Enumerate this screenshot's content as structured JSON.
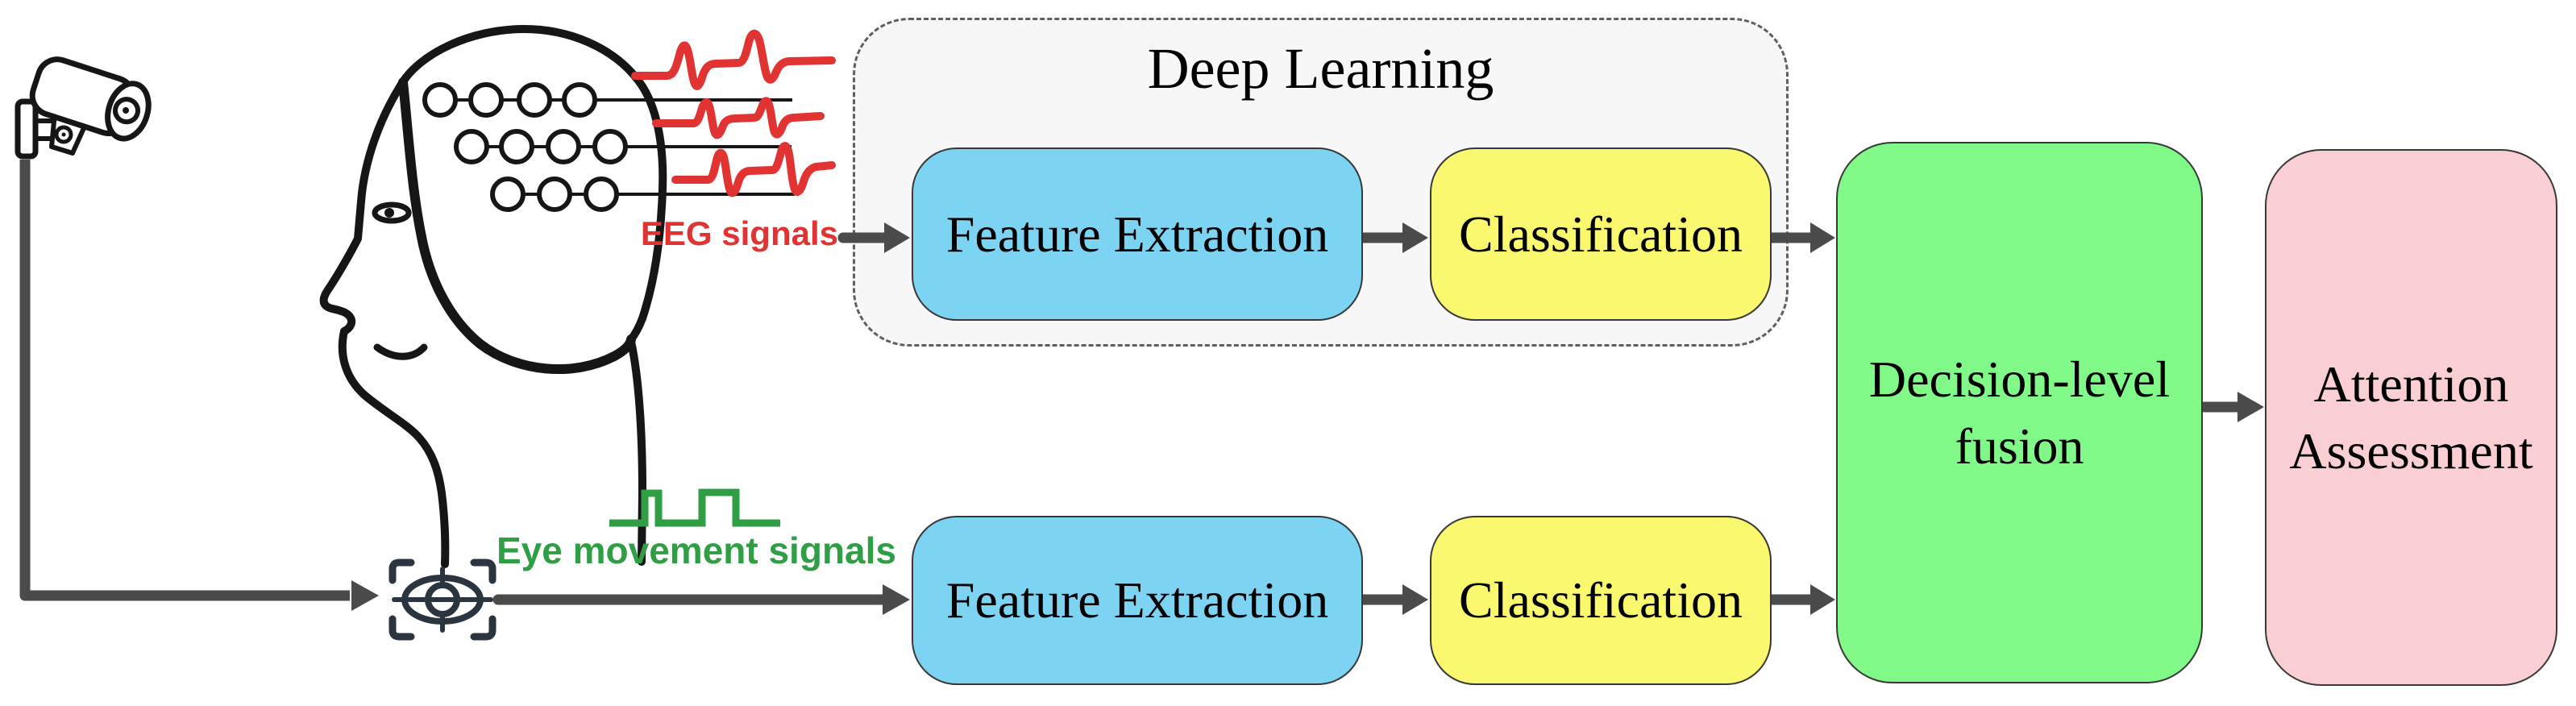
{
  "figure": {
    "icons": {
      "camera": "security-camera-icon",
      "eye_tracker": "eye-tracking-target-icon",
      "head": "head-with-eeg-electrodes-sketch",
      "eeg_waveforms": "red-eeg-spike-waveforms",
      "eye_waveform": "green-square-wave"
    },
    "eeg_label": "EEG signals",
    "eye_label": "Eye movement signals",
    "deep_learning_title": "Deep Learning",
    "top_branch": {
      "feature_extraction": "Feature Extraction",
      "classification": "Classification"
    },
    "bottom_branch": {
      "feature_extraction": "Feature Extraction",
      "classification": "Classification"
    },
    "fusion_lines": [
      "Decision-level",
      "fusion"
    ],
    "assessment_lines": [
      "Attention",
      "Assessment"
    ],
    "colors": {
      "feature_extraction_fill": "#7dd3f2",
      "classification_fill": "#f9f86e",
      "fusion_fill": "#80f988",
      "assessment_fill": "#f9cfd3",
      "deep_learning_fill": "#f7f7f7",
      "deep_learning_border": "#5f5f5f",
      "box_border": "#383838",
      "eeg_signal_red": "#e23333",
      "eye_signal_green": "#2f9e44",
      "arrow_gray": "#4b4b4b",
      "line_art_black": "#161616",
      "tracker_slate": "#2b3540"
    }
  }
}
